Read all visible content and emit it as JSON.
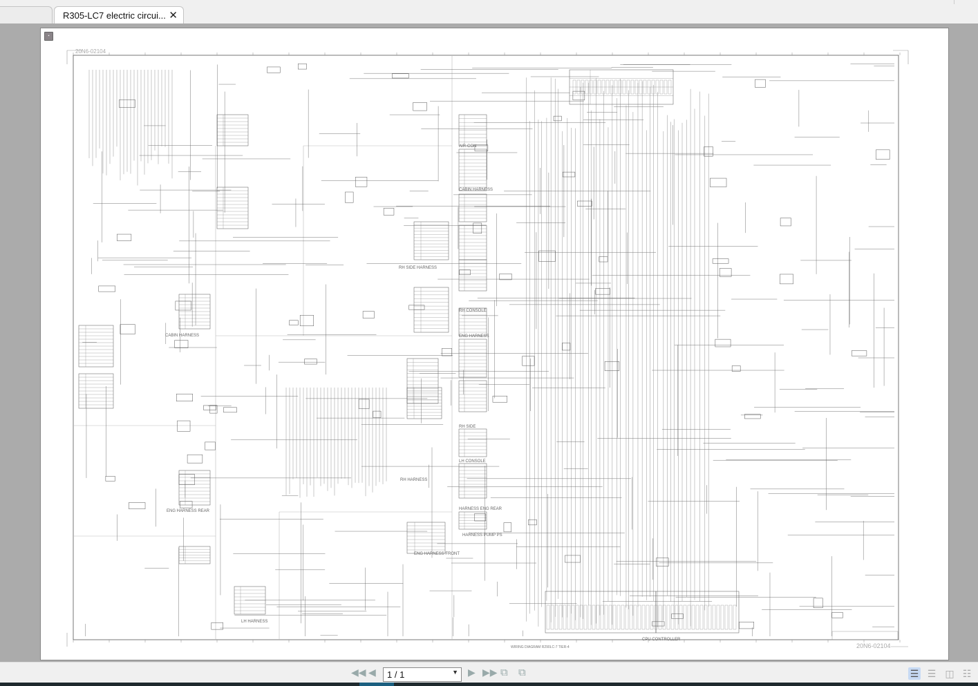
{
  "tabs": [
    {
      "label": ""
    },
    {
      "label": "R305-LC7 electric circui...",
      "close": "✕"
    }
  ],
  "document": {
    "drawing_number": "20N6-02104",
    "title": "WIRING DIAGRAM R290LC-7 TIER-4",
    "section_labels": [
      "CABIN HARNESS",
      "RH SIDE HARNESS",
      "RH HARNESS",
      "ENG HARNESS REAR",
      "AIR-CON",
      "CABIN HARNESS",
      "ENG HARNESS",
      "RH SIDE",
      "LH CONSOLE",
      "HARNESS ENG REAR",
      "HARNESS PUMP PS",
      "CPU CONTROLLER",
      "RH CONSOLE",
      "LH HARNESS",
      "ENG HARNESS FRONT"
    ]
  },
  "toolbar": {
    "first_page": "first-page-icon",
    "prev_page": "prev-page-icon",
    "page_value": "1 / 1",
    "next_page": "next-page-icon",
    "last_page": "last-page-icon"
  },
  "colors": {
    "accent": "#c7daf4",
    "viewer_bg": "#ababab"
  }
}
